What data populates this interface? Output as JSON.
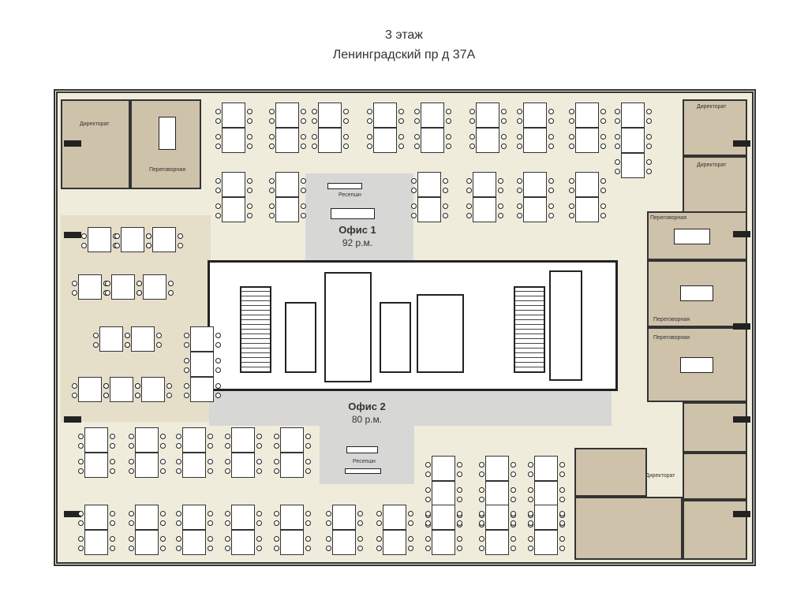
{
  "header": {
    "floor": "3 этаж",
    "address": "Ленинградский пр д 37А"
  },
  "offices": [
    {
      "name": "Офис 1",
      "capacity": "92 р.м.",
      "reception": "Ресепшн"
    },
    {
      "name": "Офис 2",
      "capacity": "80 р.м.",
      "reception": "Ресепшн"
    }
  ],
  "rooms": {
    "directorate": "Директорат",
    "meeting": "Переговорная"
  },
  "colors": {
    "floor": "#f0ecdc",
    "room": "#cec2aa",
    "common": "#d7d7d6",
    "wall": "#222222"
  }
}
